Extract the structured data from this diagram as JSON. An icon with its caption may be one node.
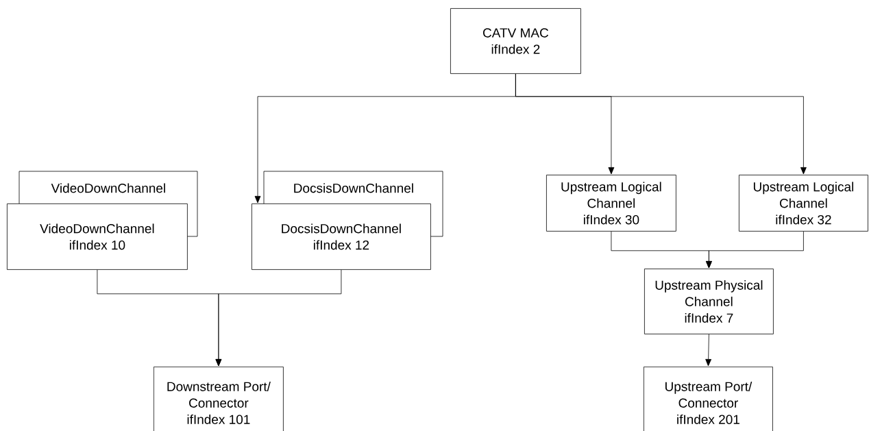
{
  "diagram": {
    "nodes": [
      {
        "text": [
          "CATV MAC",
          "ifIndex 2"
        ]
      },
      {
        "text": [
          "VideoDownChannel"
        ]
      },
      {
        "text": [
          "VideoDownChannel",
          "ifIndex 10"
        ]
      },
      {
        "text": [
          "DocsisDownChannel"
        ]
      },
      {
        "text": [
          "DocsisDownChannel",
          "ifIndex 12"
        ]
      },
      {
        "text": [
          "Upstream Logical Channel",
          "ifIndex 30"
        ]
      },
      {
        "text": [
          "Upstream Logical Channel",
          "ifIndex 32"
        ]
      },
      {
        "text": [
          "Upstream Physical Channel",
          "ifIndex 7"
        ]
      },
      {
        "text": [
          "Downstream Port/ Connector",
          "ifIndex 101"
        ]
      },
      {
        "text": [
          "Upstream Port/ Connector",
          "ifIndex 201"
        ]
      }
    ],
    "edges": [
      {
        "from": 0,
        "to": 4,
        "arrow": "to"
      },
      {
        "from": 0,
        "to": 5,
        "arrow": "to"
      },
      {
        "from": 0,
        "to": 6,
        "arrow": "to"
      },
      {
        "from": 2,
        "to": 8,
        "arrow": "to"
      },
      {
        "from": 4,
        "to": 8,
        "arrow": "to"
      },
      {
        "from": 5,
        "to": 7,
        "arrow": "to"
      },
      {
        "from": 6,
        "to": 7,
        "arrow": "to"
      },
      {
        "from": 7,
        "to": 9,
        "arrow": "to"
      }
    ]
  }
}
